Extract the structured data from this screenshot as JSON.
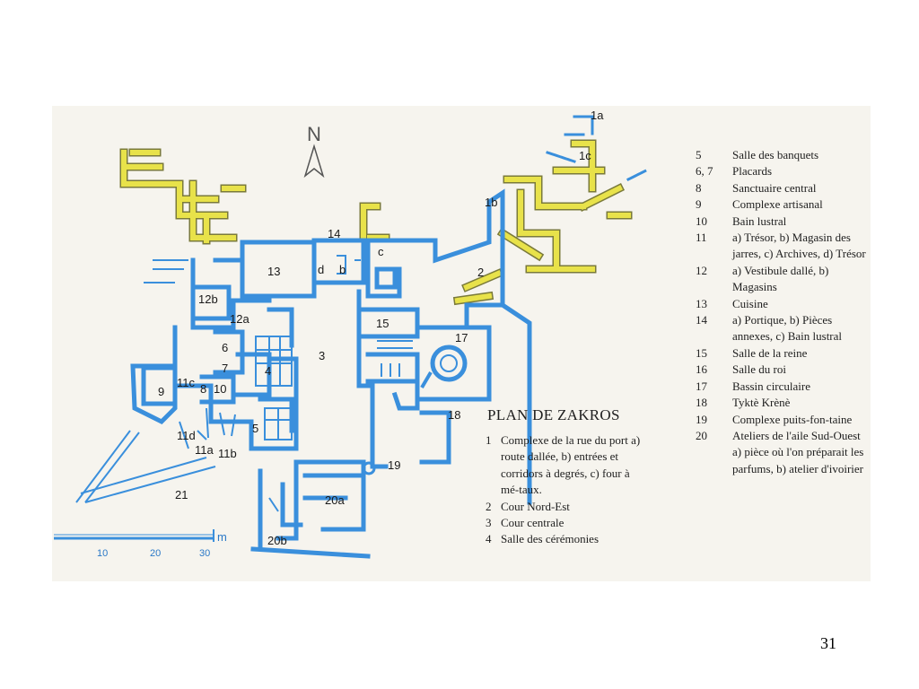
{
  "title": "PLAN DE ZAKROS",
  "page_number": "31",
  "north": "N",
  "scale": {
    "ticks": [
      "10",
      "20",
      "30"
    ],
    "unit": "m"
  },
  "colors": {
    "walls": "#3a8fdc",
    "yellow_walls": "#e8e24a",
    "yellow_outline": "#7a7a3a",
    "panel": "#f6f4ee",
    "text": "#1e1e1e"
  },
  "room_labels": [
    "1a",
    "1b",
    "1c",
    "2",
    "3",
    "4",
    "5",
    "6",
    "7",
    "8",
    "9",
    "10",
    "11a",
    "11b",
    "11c",
    "11d",
    "12a",
    "12b",
    "13",
    "14",
    "15",
    "17",
    "18",
    "19",
    "20a",
    "20b",
    "21",
    "b",
    "c",
    "d"
  ],
  "legend_left": [
    {
      "num": "1",
      "text": "Complexe de la rue du port a) route dallée, b) entrées et corridors à degrés, c) four à mé-taux."
    },
    {
      "num": "2",
      "text": "Cour Nord-Est"
    },
    {
      "num": "3",
      "text": "Cour centrale"
    },
    {
      "num": "4",
      "text": "Salle des cérémonies"
    }
  ],
  "legend_right": [
    {
      "num": "5",
      "text": "Salle des banquets"
    },
    {
      "num": "6, 7",
      "text": "Placards"
    },
    {
      "num": "8",
      "text": "Sanctuaire central"
    },
    {
      "num": "9",
      "text": "Complexe artisanal"
    },
    {
      "num": "10",
      "text": "Bain lustral"
    },
    {
      "num": "11",
      "text": "a) Trésor, b) Magasin des jarres, c) Archives, d) Trésor"
    },
    {
      "num": "12",
      "text": "a) Vestibule dallé, b) Magasins"
    },
    {
      "num": "13",
      "text": "Cuisine"
    },
    {
      "num": "14",
      "text": "a) Portique, b) Pièces annexes, c) Bain lustral"
    },
    {
      "num": "15",
      "text": "Salle de la reine"
    },
    {
      "num": "16",
      "text": "Salle du roi"
    },
    {
      "num": "17",
      "text": "Bassin circulaire"
    },
    {
      "num": "18",
      "text": "Tyktè Krènè"
    },
    {
      "num": "19",
      "text": "Complexe puits-fon-taine"
    },
    {
      "num": "20",
      "text": "Ateliers de l'aile Sud-Ouest a) pièce où l'on préparait les parfums, b) atelier d'ivoirier"
    }
  ]
}
